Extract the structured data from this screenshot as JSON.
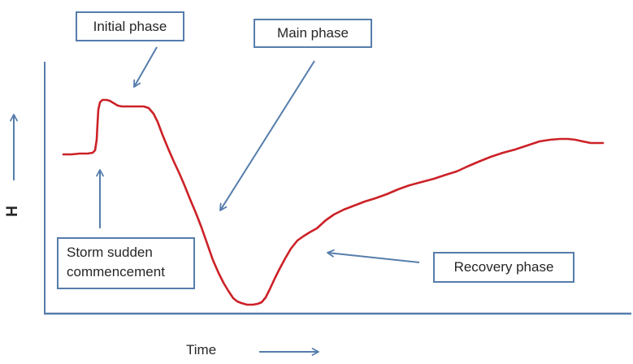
{
  "diagram": {
    "title_implicit": "",
    "axes": {
      "y_label": "H",
      "x_label": "Time"
    },
    "annotations": {
      "initial_phase": {
        "label": "Initial phase"
      },
      "main_phase": {
        "label": "Main phase"
      },
      "storm_sudden_commencement": {
        "label": "Storm sudden commencement"
      },
      "recovery_phase": {
        "label": "Recovery phase"
      }
    },
    "colors": {
      "curve_red": "#cc2127",
      "accent_blue": "#567dac",
      "text": "#262626",
      "background": "#ffffff"
    },
    "curve": {
      "points_svg": "78,190 88,190 98,189 108,189 114,188 117,185 119,172 120,152 121,135 123,126 126,123 131,123 135,124 140,127 145,130 150,131 159,131 168,131 177,131 183,133 189,140 194,150 200,166 207,183 214,199 221,214 227,228 233,243 241,262 248,280 255,300 262,320 269,336 275,348 281,358 287,367 292,371 297,373 304,375 311,375 317,374 322,372 327,366 332,356 338,343 344,331 351,318 358,306 366,296 373,291 381,286 390,281 401,271 411,264 423,258 436,253 449,248 462,244 476,239 490,233 504,228 519,224 534,220 549,215 562,211 575,205 589,199 604,193 619,188 634,184 649,179 664,174 677,172 689,171 699,171 708,172 717,174 727,176 742,176"
    }
  }
}
